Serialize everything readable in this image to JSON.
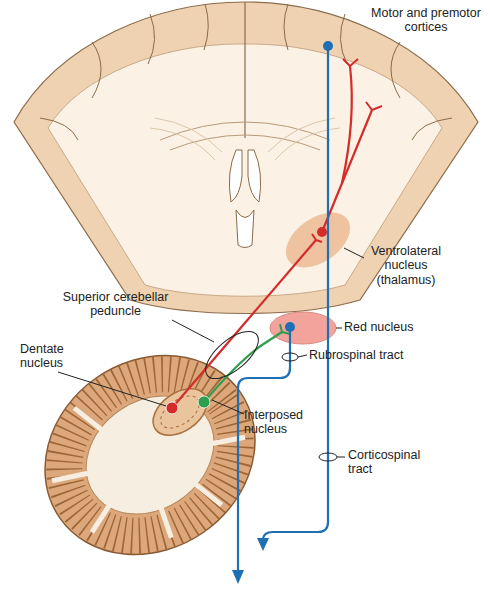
{
  "diagram": {
    "labels": [
      "Motor and premotor cortices",
      "Ventrolateral nucleus (thalamus)",
      "Superior cerebellar peduncle",
      "Dentate nucleus",
      "Red nucleus",
      "Rubrospinal tract",
      "Interposed nucleus",
      "Corticospinal tract"
    ]
  }
}
